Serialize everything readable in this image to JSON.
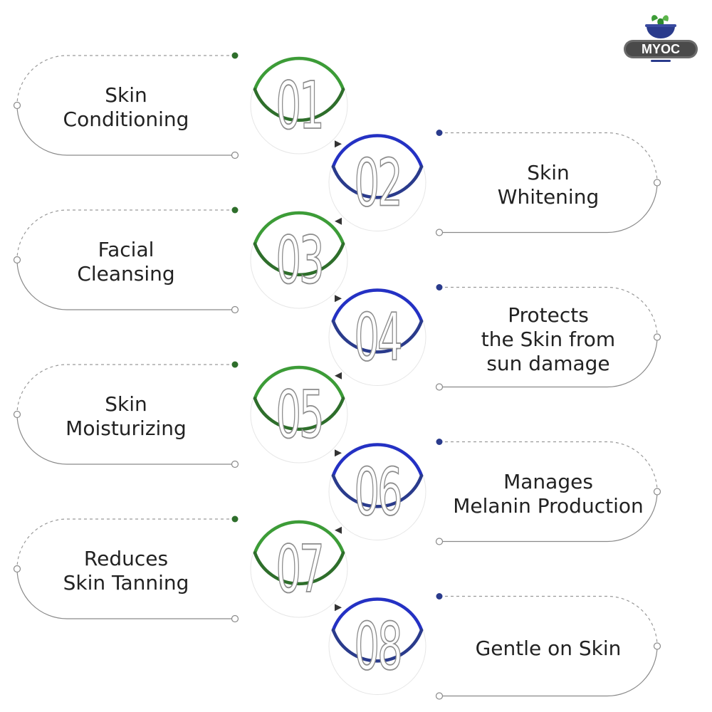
{
  "brand": {
    "name": "MYOC",
    "colors": {
      "green": "#3c9c37",
      "green_dark": "#2e6e2b",
      "blue": "#2431c4",
      "blue_dark": "#2a3b8c",
      "text": "#222222",
      "dash": "#9a9a9a"
    }
  },
  "steps": [
    {
      "number": "01",
      "side": "left",
      "color": "green",
      "lines": [
        "Skin",
        "Conditioning"
      ]
    },
    {
      "number": "02",
      "side": "right",
      "color": "blue",
      "lines": [
        "Skin",
        "Whitening"
      ]
    },
    {
      "number": "03",
      "side": "left",
      "color": "green",
      "lines": [
        "Facial",
        "Cleansing"
      ]
    },
    {
      "number": "04",
      "side": "right",
      "color": "blue",
      "lines": [
        "Protects",
        "the Skin from",
        "sun damage"
      ]
    },
    {
      "number": "05",
      "side": "left",
      "color": "green",
      "lines": [
        "Skin",
        "Moisturizing"
      ]
    },
    {
      "number": "06",
      "side": "right",
      "color": "blue",
      "lines": [
        "Manages",
        "Melanin Production"
      ]
    },
    {
      "number": "07",
      "side": "left",
      "color": "green",
      "lines": [
        "Reduces",
        "Skin Tanning"
      ]
    },
    {
      "number": "08",
      "side": "right",
      "color": "blue",
      "lines": [
        "Gentle on Skin"
      ]
    }
  ]
}
